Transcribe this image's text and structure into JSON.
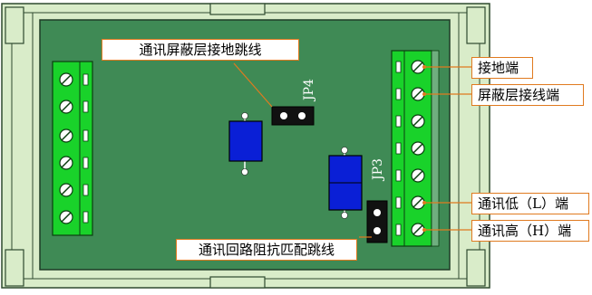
{
  "labels": {
    "shield_jumper": "通讯屏蔽层接地跳线",
    "loop_jumper": "通讯回路阻抗匹配跳线",
    "ground_terminal": "接地端",
    "shield_terminal": "屏蔽层接线端",
    "low_terminal": "通讯低（L）端",
    "high_terminal": "通讯高（H）端",
    "jp4": "JP4",
    "jp3": "JP3"
  },
  "colors": {
    "board": "#3f8a55",
    "enclosure": "#d9ecc9",
    "enclosure_line": "#2f4a2f",
    "terminal": "#19d22a",
    "component": "#0a1fd6",
    "callout_border": "#e07a1f",
    "leader": "#e07a1f"
  },
  "icons": {
    "terminal_screw": "screw-slot-icon",
    "jumper_pin": "pin-dot-icon"
  }
}
